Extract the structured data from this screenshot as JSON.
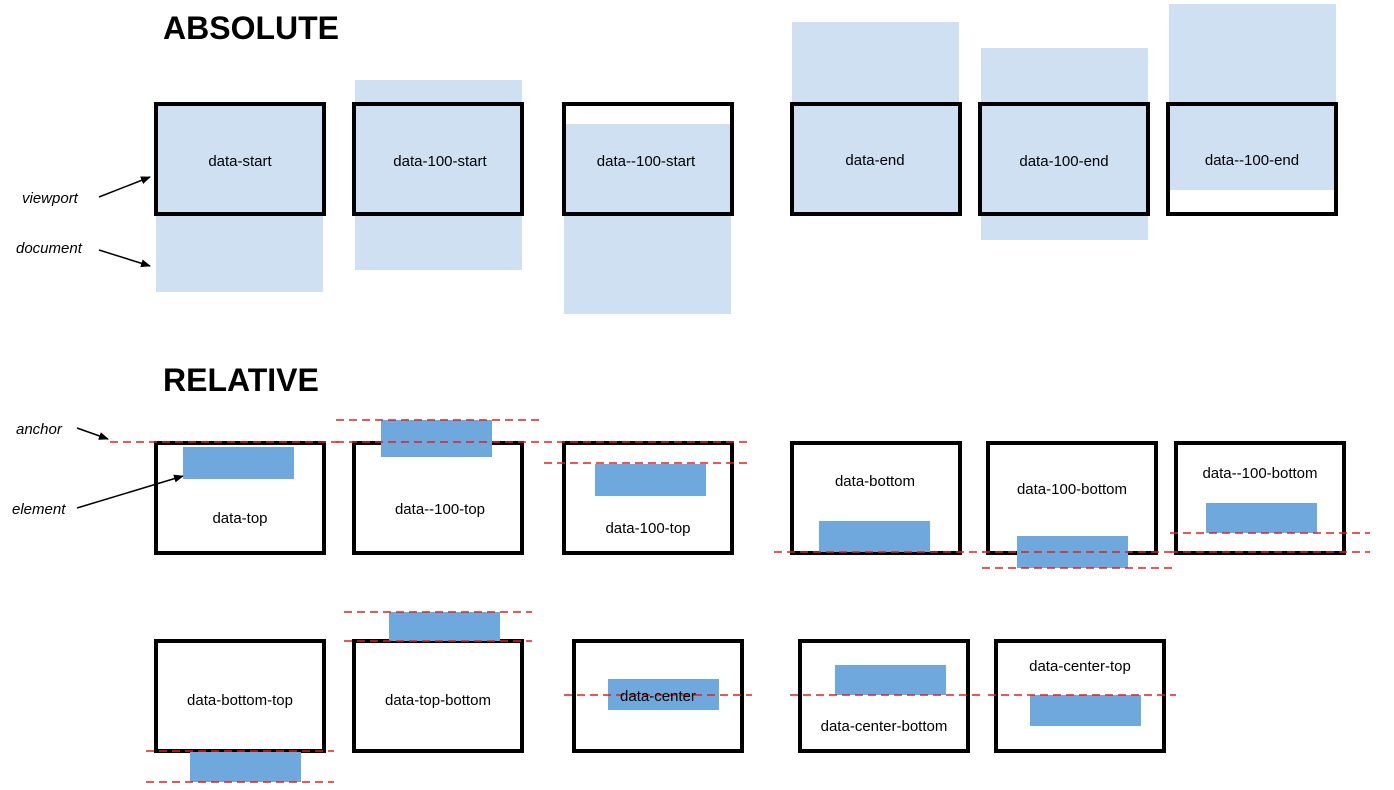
{
  "colors": {
    "document": "#cfe0f2",
    "element": "#6fa8dc",
    "frame": "#000000",
    "anchor_line": "#e02020",
    "pointer": "#000000"
  },
  "sections": {
    "absolute": "ABSOLUTE",
    "relative": "RELATIVE"
  },
  "legend": {
    "viewport": "viewport",
    "document": "document",
    "anchor": "anchor",
    "element": "element"
  },
  "absolute_boxes": [
    {
      "label": "data-start"
    },
    {
      "label": "data-100-start"
    },
    {
      "label": "data--100-start"
    },
    {
      "label": "data-end"
    },
    {
      "label": "data-100-end"
    },
    {
      "label": "data--100-end"
    }
  ],
  "relative_boxes_row1": [
    {
      "label": "data-top"
    },
    {
      "label": "data--100-top"
    },
    {
      "label": "data-100-top"
    },
    {
      "label": "data-bottom"
    },
    {
      "label": "data-100-bottom"
    },
    {
      "label": "data--100-bottom"
    }
  ],
  "relative_boxes_row2": [
    {
      "label": "data-bottom-top"
    },
    {
      "label": "data-top-bottom"
    },
    {
      "label": "data-center"
    },
    {
      "label": "data-center-bottom"
    },
    {
      "label": "data-center-top"
    }
  ]
}
